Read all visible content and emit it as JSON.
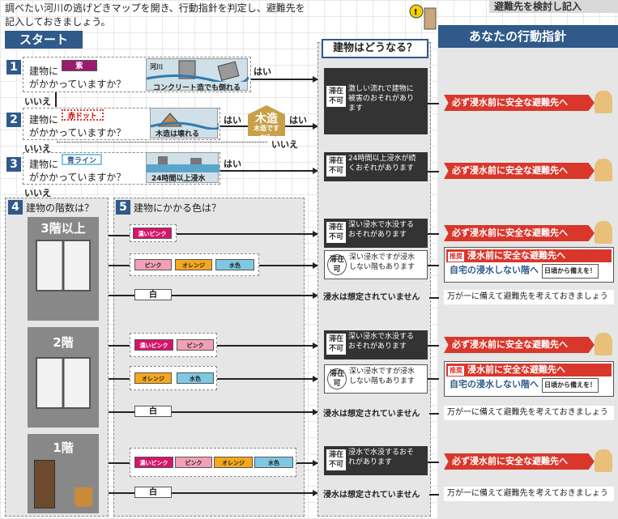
{
  "header": {
    "intro": "調べたい河川の逃げどきマップを開き、行動指針を判定し、避難先を記入しておきましょう。",
    "top_banner": "避難先を検討し記入"
  },
  "start": "スタート",
  "steps": [
    {
      "num": "1",
      "label_pre": "建物に",
      "swatch": "紫",
      "label_post": "がかかっていますか？",
      "pic_caption": "コンクリート造でも倒れる",
      "pic_label": "河川",
      "yes": "はい",
      "no": "いいえ"
    },
    {
      "num": "2",
      "label_pre": "建物に",
      "swatch": "赤ドット",
      "label_post": "がかかっていますか？",
      "pic_caption": "木造は壊れる",
      "yes": "はい",
      "no": "いいえ",
      "wood_q": "木造ですか？",
      "wood_title": "木造",
      "wood_yes": "はい",
      "wood_no": "いいえ"
    },
    {
      "num": "3",
      "label_pre": "建物に",
      "swatch": "青ライン",
      "label_post": "がかかっていますか？",
      "pic_caption": "24時間以上浸水",
      "yes": "はい",
      "no": "いいえ"
    }
  ],
  "step4": {
    "num": "4",
    "title": "建物の階数は？",
    "floors": [
      "3階以上",
      "2階",
      "1階"
    ]
  },
  "step5": {
    "num": "5",
    "title": "建物にかかる色は？"
  },
  "colors": {
    "deep_pink": "濃いピンク",
    "pink": "ピンク",
    "orange": "オレンジ",
    "light_blue": "水色",
    "white": "白"
  },
  "middle": {
    "title": "建物はどうなる？",
    "result1": {
      "tag": "滞在不可",
      "text": "激しい流れで建物に被害のおそれがあります"
    },
    "result3": {
      "tag": "滞在不可",
      "text": "24時間以上浸水が続くおそれがあります"
    },
    "deep": {
      "tag": "滞在不可",
      "text": "深い浸水で水没するおそれがあります"
    },
    "ok": {
      "tag": "滞在可",
      "text": "深い浸水ですが浸水しない階もあります"
    },
    "none": "浸水は想定されていません",
    "floor1": {
      "tag": "滞在不可",
      "text": "浸水で水没するおそれがあります"
    }
  },
  "right": {
    "title": "あなたの行動指針",
    "evacuate": "必ず浸水前に安全な避難先へ",
    "recommend_badge": "推奨",
    "recommend1": "浸水前に安全な避難先へ",
    "recommend2": "自宅の浸水しない階へ",
    "recommend_sub": "日頃から備えを！",
    "prepare": "万が一に備えて避難先を考えておきましょう"
  },
  "accent": {
    "blue": "#2f5a8a",
    "red": "#d9372c",
    "purple": "#9b1b6e",
    "deep_pink": "#d6156a",
    "pink": "#f2a0b7",
    "orange": "#f5a81c",
    "light_blue": "#7ec8e3"
  }
}
